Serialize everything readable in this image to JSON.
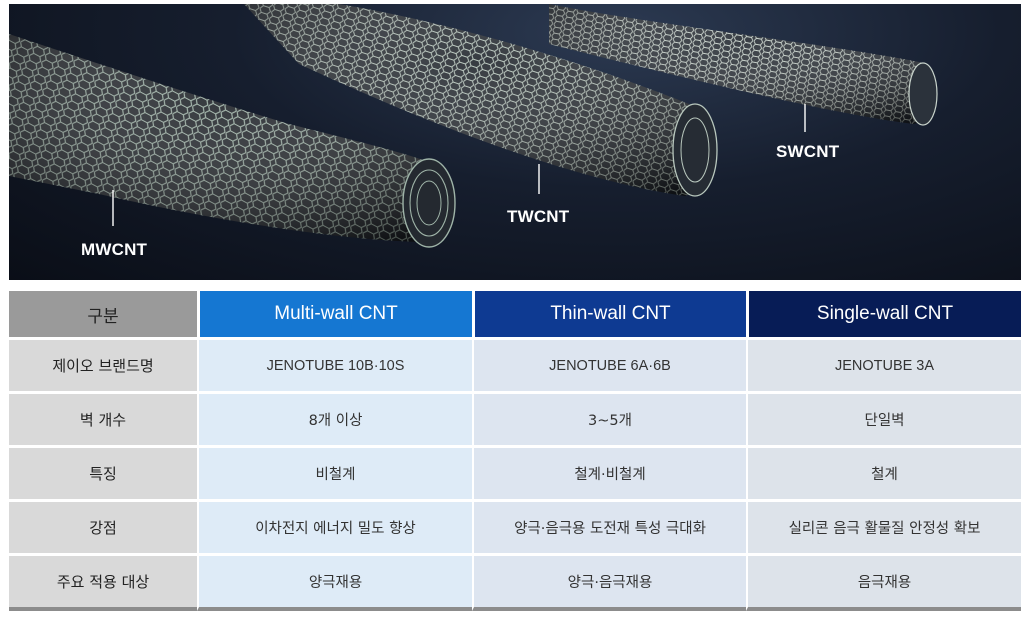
{
  "hero": {
    "labels": {
      "mwcnt": "MWCNT",
      "twcnt": "TWCNT",
      "swcnt": "SWCNT"
    }
  },
  "table": {
    "headers": [
      "구분",
      "Multi-wall CNT",
      "Thin-wall CNT",
      "Single-wall CNT"
    ],
    "header_colors": [
      "#9a9a9a",
      "#1577d2",
      "#0e3a92",
      "#071c56"
    ],
    "rows": [
      {
        "label": "제이오 브랜드명",
        "values": [
          "JENOTUBE 10B·10S",
          "JENOTUBE 6A·6B",
          "JENOTUBE 3A"
        ]
      },
      {
        "label": "벽 개수",
        "values": [
          "8개 이상",
          "3~5개",
          "단일벽"
        ]
      },
      {
        "label": "특징",
        "values": [
          "비철계",
          "철계·비철계",
          "철계"
        ]
      },
      {
        "label": "강점",
        "values": [
          "이차전지 에너지 밀도 향상",
          "양극·음극용 도전재 특성 극대화",
          "실리콘 음극 활물질 안정성 확보"
        ]
      },
      {
        "label": "주요 적용 대상",
        "values": [
          "양극재용",
          "양극·음극재용",
          "음극재용"
        ]
      }
    ]
  }
}
